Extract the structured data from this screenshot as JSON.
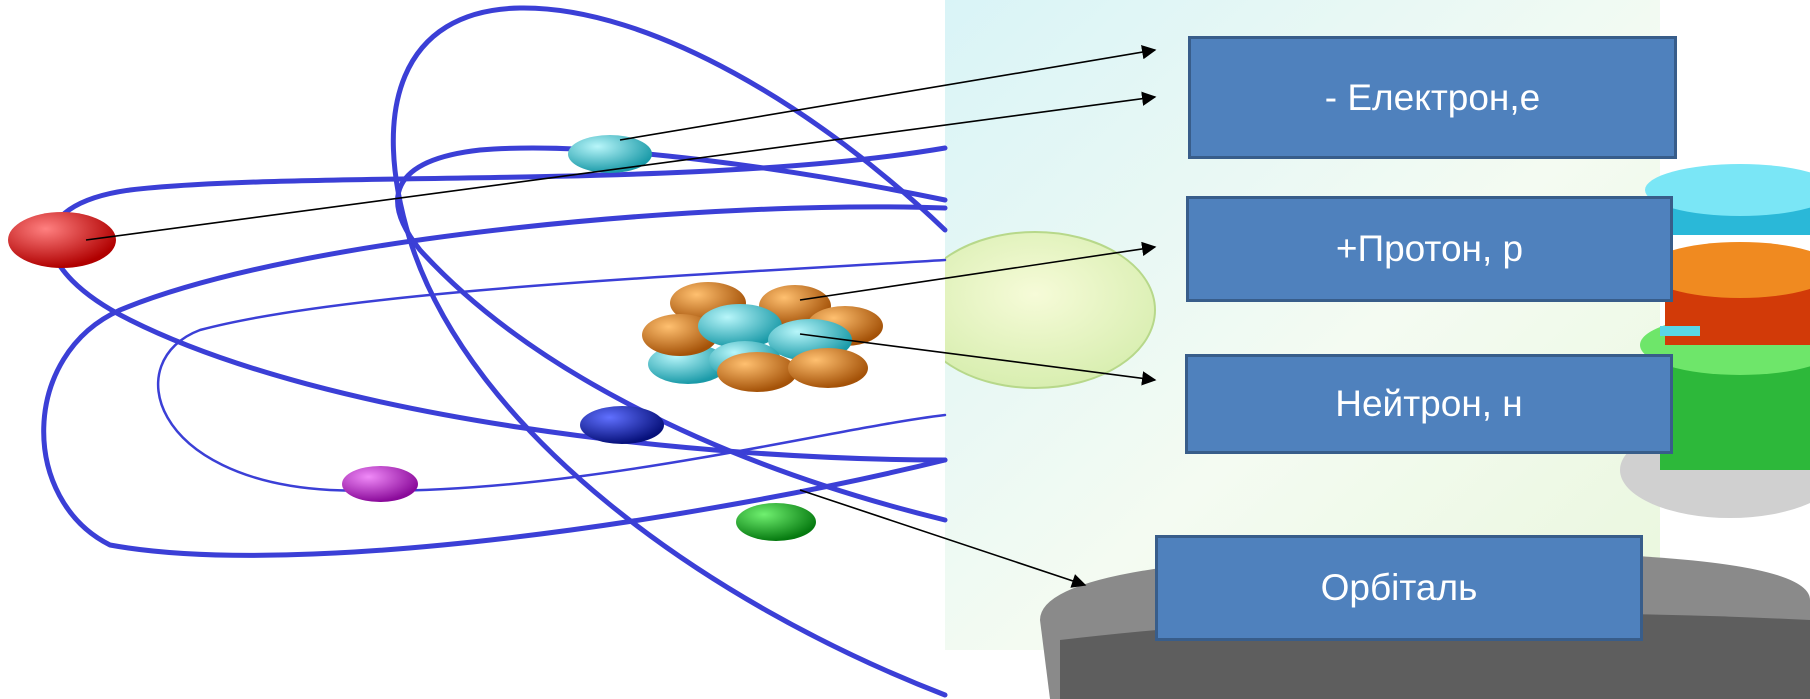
{
  "labels": {
    "electron": "- Електрон,е",
    "proton": "+Протон, p",
    "neutron": "Нейтрон, н",
    "orbital": "Орбіталь"
  },
  "colors": {
    "box_fill": "#4f81bd",
    "box_border": "#385d8a",
    "orbit": "#3b3fd6",
    "electron_red": "#e00000",
    "electron_cyan": "#2ec8d0",
    "electron_blue": "#1020c0",
    "electron_magenta": "#c010d0",
    "electron_green": "#10b020",
    "proton_orange": "#e07a10",
    "neutron_cyan": "#20c0d0"
  }
}
